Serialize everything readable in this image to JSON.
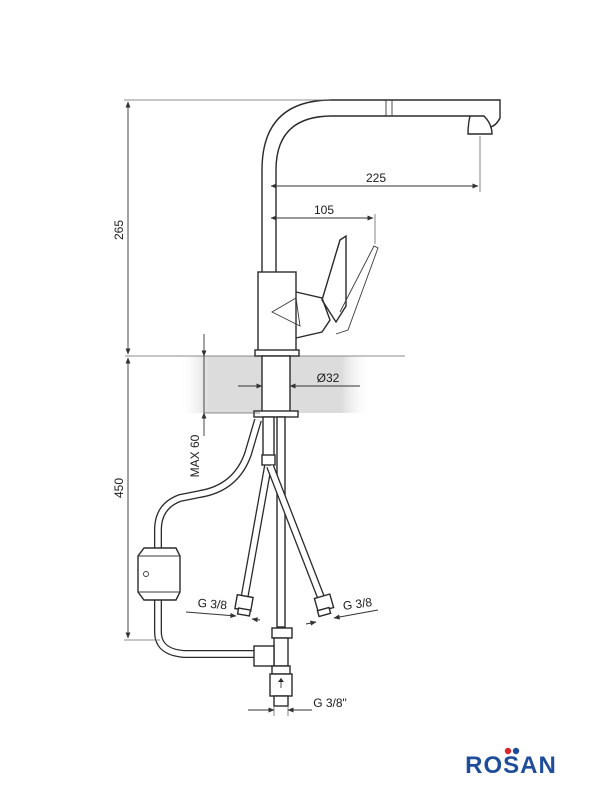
{
  "dimensions": {
    "total_height": "265",
    "spout_reach": "225",
    "lever_reach": "105",
    "hole_diameter": "Ø32",
    "max_deck_thickness": "MAX 60",
    "hose_length": "450",
    "left_inlet_thread": "G 3/8",
    "right_inlet_thread": "G 3/8",
    "outlet_thread": "G 3/8\""
  },
  "brand": {
    "name": "ROSAN",
    "primary_color": "#1f4d9c",
    "accent_color": "#d9262e"
  }
}
